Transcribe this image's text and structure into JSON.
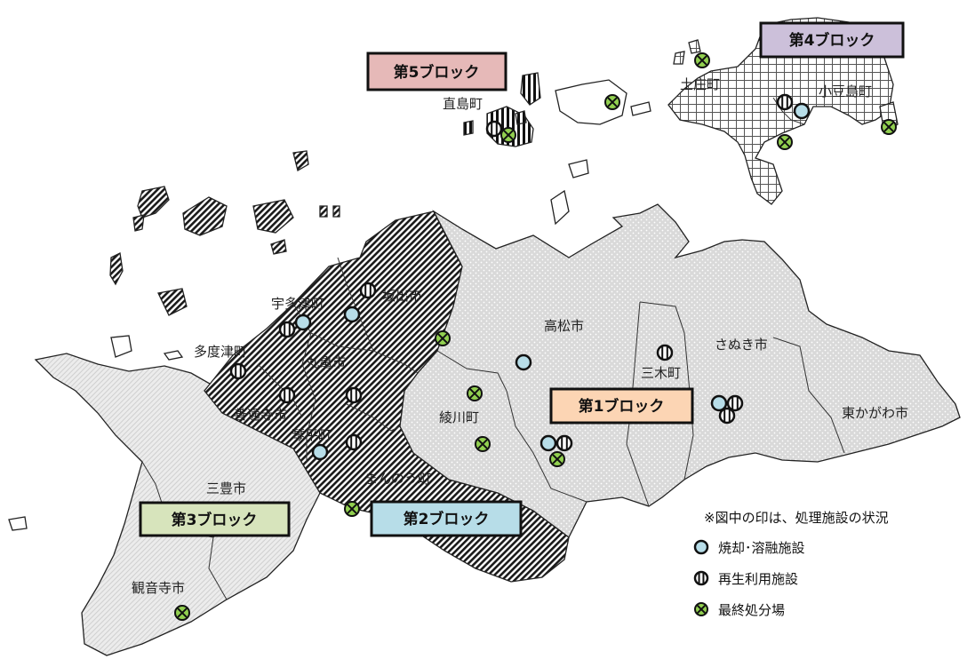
{
  "colors": {
    "block1_label_bg": "#fcd5b4",
    "block2_label_bg": "#b7dde8",
    "block3_label_bg": "#d7e4bc",
    "block4_label_bg": "#ccc0da",
    "block5_label_bg": "#e6b9b8",
    "incineration_marker": "#b7dde8",
    "landfill_marker": "#92d050"
  },
  "blocks": {
    "block1": "第1ブロック",
    "block2": "第2ブロック",
    "block3": "第3ブロック",
    "block4": "第4ブロック",
    "block5": "第5ブロック"
  },
  "municipalities": {
    "naoshima": "直島町",
    "tonosho": "土庄町",
    "shodoshima": "小豆島町",
    "utazu": "宇多津町",
    "sakaide": "坂出市",
    "takamatsu": "高松市",
    "sanuki": "さぬき市",
    "tadotsu": "多度津町",
    "marugame": "丸亀市",
    "miki": "三木町",
    "ayagawa": "綾川町",
    "higashikagawa": "東かがわ市",
    "zentsuji": "善通寺市",
    "kotohira": "琴平町",
    "mannou": "まんのう町",
    "mitoyo": "三豊市",
    "kanonji": "観音寺市"
  },
  "legend": {
    "title": "※図中の印は、処理施設の状況",
    "items": [
      {
        "label": "焼却･溶融施設",
        "icon": "incineration-facility-icon"
      },
      {
        "label": "再生利用施設",
        "icon": "recycling-facility-icon"
      },
      {
        "label": "最終処分場",
        "icon": "landfill-site-icon"
      }
    ]
  }
}
